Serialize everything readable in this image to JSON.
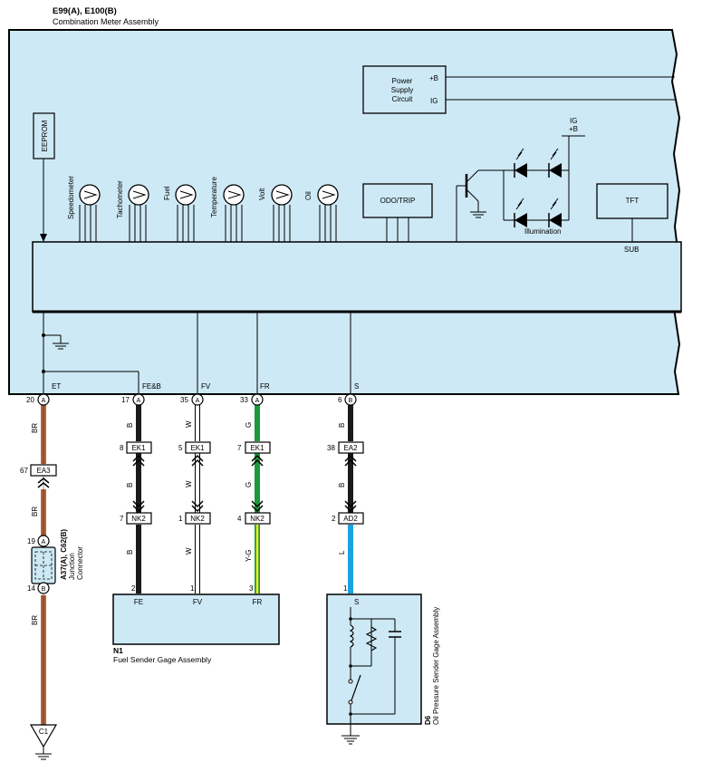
{
  "header": {
    "code": "E99(A), E100(B)",
    "title": "Combination Meter Assembly"
  },
  "meter": {
    "eeprom": "EEPROM",
    "gauges": [
      "Speedometer",
      "Tachometer",
      "Fuel",
      "Temperature",
      "Volt",
      "Oil"
    ],
    "power_supply": [
      "Power",
      "Supply",
      "Circuit"
    ],
    "power_pins": [
      "+B",
      "IG"
    ],
    "odo": "ODO/TRIP",
    "tft": "TFT",
    "illumination": "Illumination",
    "ig_label": "IG",
    "b_label": "+B",
    "sub_label": "SUB"
  },
  "terminals": [
    {
      "name": "ET",
      "pin": "20",
      "conn": "A"
    },
    {
      "name": "FE&B",
      "pin": "17",
      "conn": "A"
    },
    {
      "name": "FV",
      "pin": "35",
      "conn": "A"
    },
    {
      "name": "FR",
      "pin": "33",
      "conn": "A"
    },
    {
      "name": "S",
      "pin": "6",
      "conn": "B"
    }
  ],
  "wires": {
    "et": {
      "color_code": "BR",
      "color": "#b2653a",
      "ea3": {
        "pin": "67",
        "name": "EA3"
      },
      "junction": {
        "pin_top": "19",
        "conn_top": "A",
        "pin_bottom": "14",
        "conn_bottom": "B",
        "code": "A37(A), C62(B)",
        "line1": "Junction",
        "line2": "Connector"
      },
      "ground": "C1"
    },
    "fe": {
      "color_code": "B",
      "color": "#1a1a1a",
      "ek1_pin": "8",
      "nk2_pin": "7",
      "end_pin": "2"
    },
    "fv": {
      "color_code": "W",
      "color": "#ffffff",
      "ek1_pin": "5",
      "nk2_pin": "1",
      "end_pin": "1"
    },
    "fr": {
      "color_code_top": "G",
      "color_code_bottom": "Y-G",
      "color": "#1a9a3a",
      "stripe": "#f2ea1a",
      "ek1_pin": "7",
      "nk2_pin": "4",
      "end_pin": "3"
    },
    "s": {
      "color_code_top": "B",
      "color_code_bottom": "L",
      "color": "#1a1a1a",
      "color_bottom": "#1aa3e0",
      "ea2_pin": "38",
      "ad2_pin": "2",
      "end_pin": "1"
    }
  },
  "connectors": {
    "ek1": "EK1",
    "nk2": "NK2",
    "ea2": "EA2",
    "ad2": "AD2"
  },
  "fuel_sender": {
    "code": "N1",
    "title": "Fuel Sender Gage Assembly",
    "pins": [
      "FE",
      "FV",
      "FR"
    ]
  },
  "oil_sender": {
    "code": "D6",
    "title": "Oil Pressure Sender Gage Assembly",
    "pin": "S"
  }
}
